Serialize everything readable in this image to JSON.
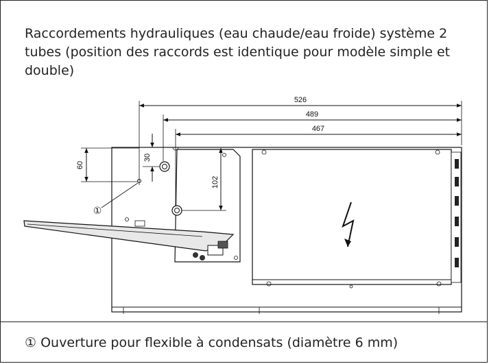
{
  "heading": "Raccordements hydrauliques (eau chaude/eau froide) système 2 tubes (position des raccords est identique pour modèle simple et double)",
  "dimensions": {
    "d526": "526",
    "d489": "489",
    "d467": "467",
    "d60": "60",
    "d30": "30",
    "d102": "102"
  },
  "callout": {
    "marker": "①"
  },
  "footnote": "① Ouverture pour flexible à condensats (diamètre 6 mm)"
}
